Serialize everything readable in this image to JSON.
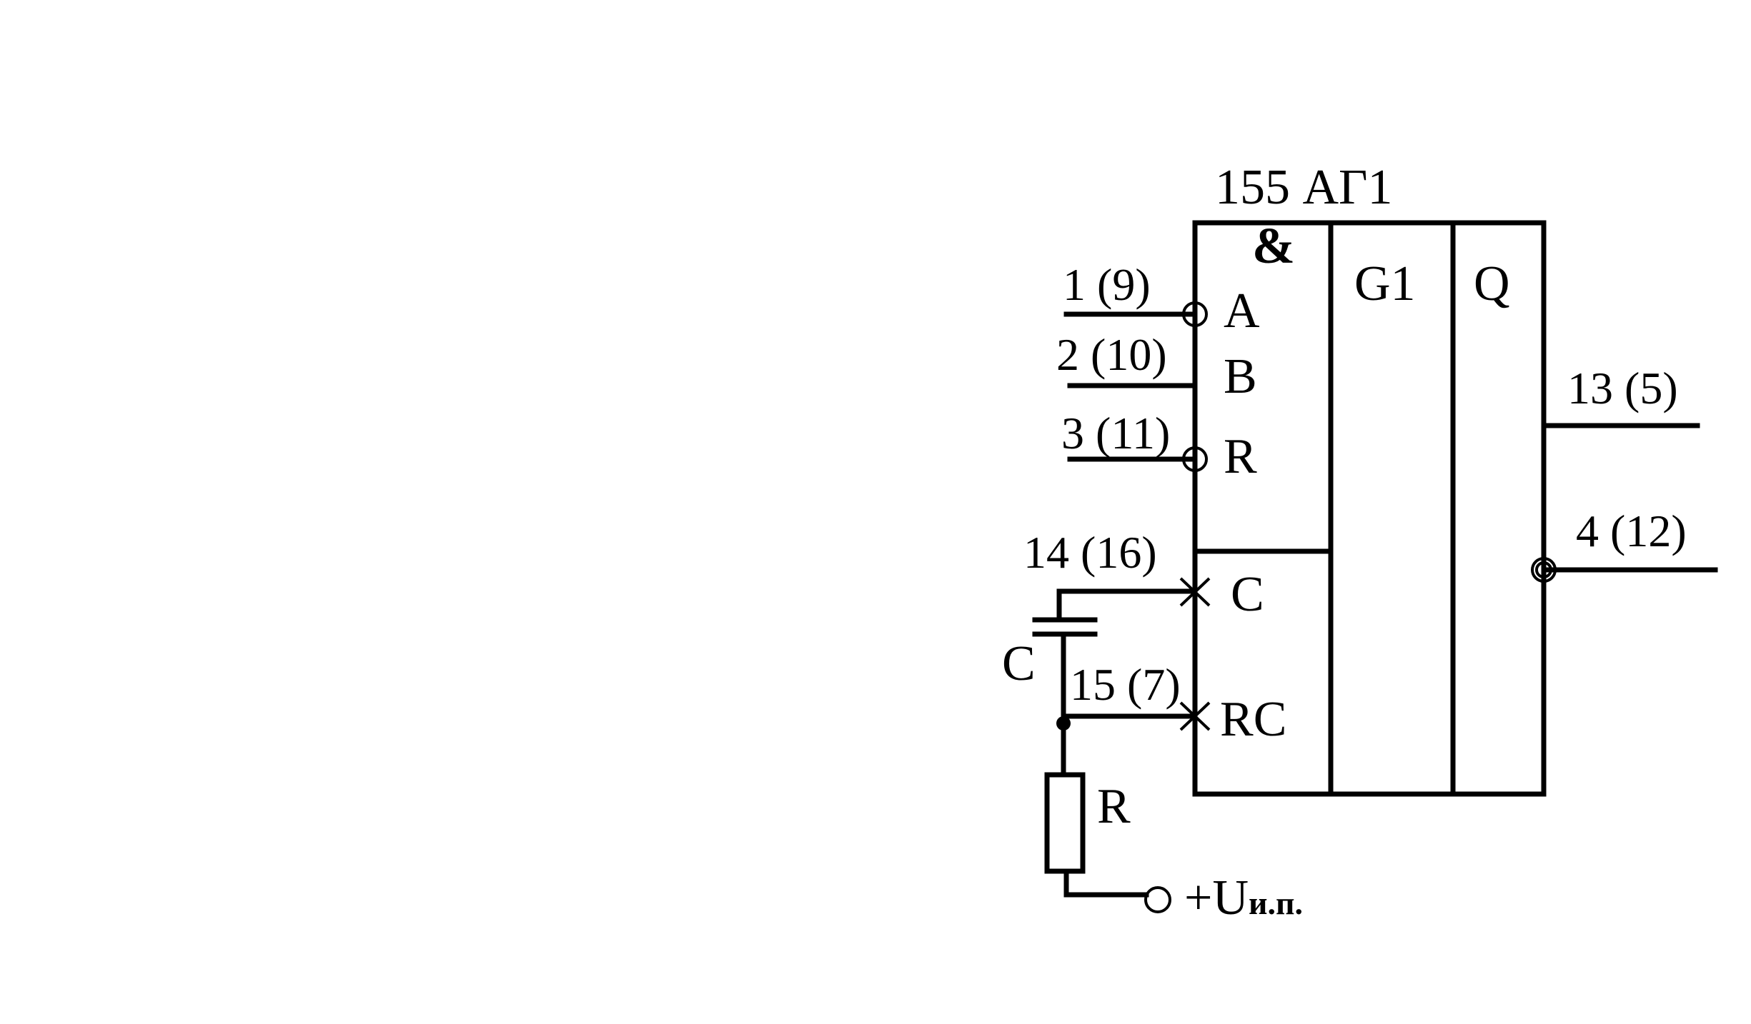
{
  "chip": {
    "title": "155 АГ1",
    "and_symbol": "&",
    "block_g1": "G1",
    "block_q": "Q"
  },
  "inputs": [
    {
      "pin": "1 (9)",
      "label": "A",
      "inverted": true
    },
    {
      "pin": "2 (10)",
      "label": "B",
      "inverted": false
    },
    {
      "pin": "3 (11)",
      "label": "R",
      "inverted": true
    }
  ],
  "timing": [
    {
      "pin": "14 (16)",
      "label": "C"
    },
    {
      "pin": "15 (7)",
      "label": "RC"
    }
  ],
  "outputs": [
    {
      "pin": "13 (5)",
      "inverted": false
    },
    {
      "pin": "4 (12)",
      "inverted": true
    }
  ],
  "external": {
    "capacitor_label": "C",
    "resistor_label": "R",
    "supply_main": "+U",
    "supply_sub": "и.п."
  }
}
